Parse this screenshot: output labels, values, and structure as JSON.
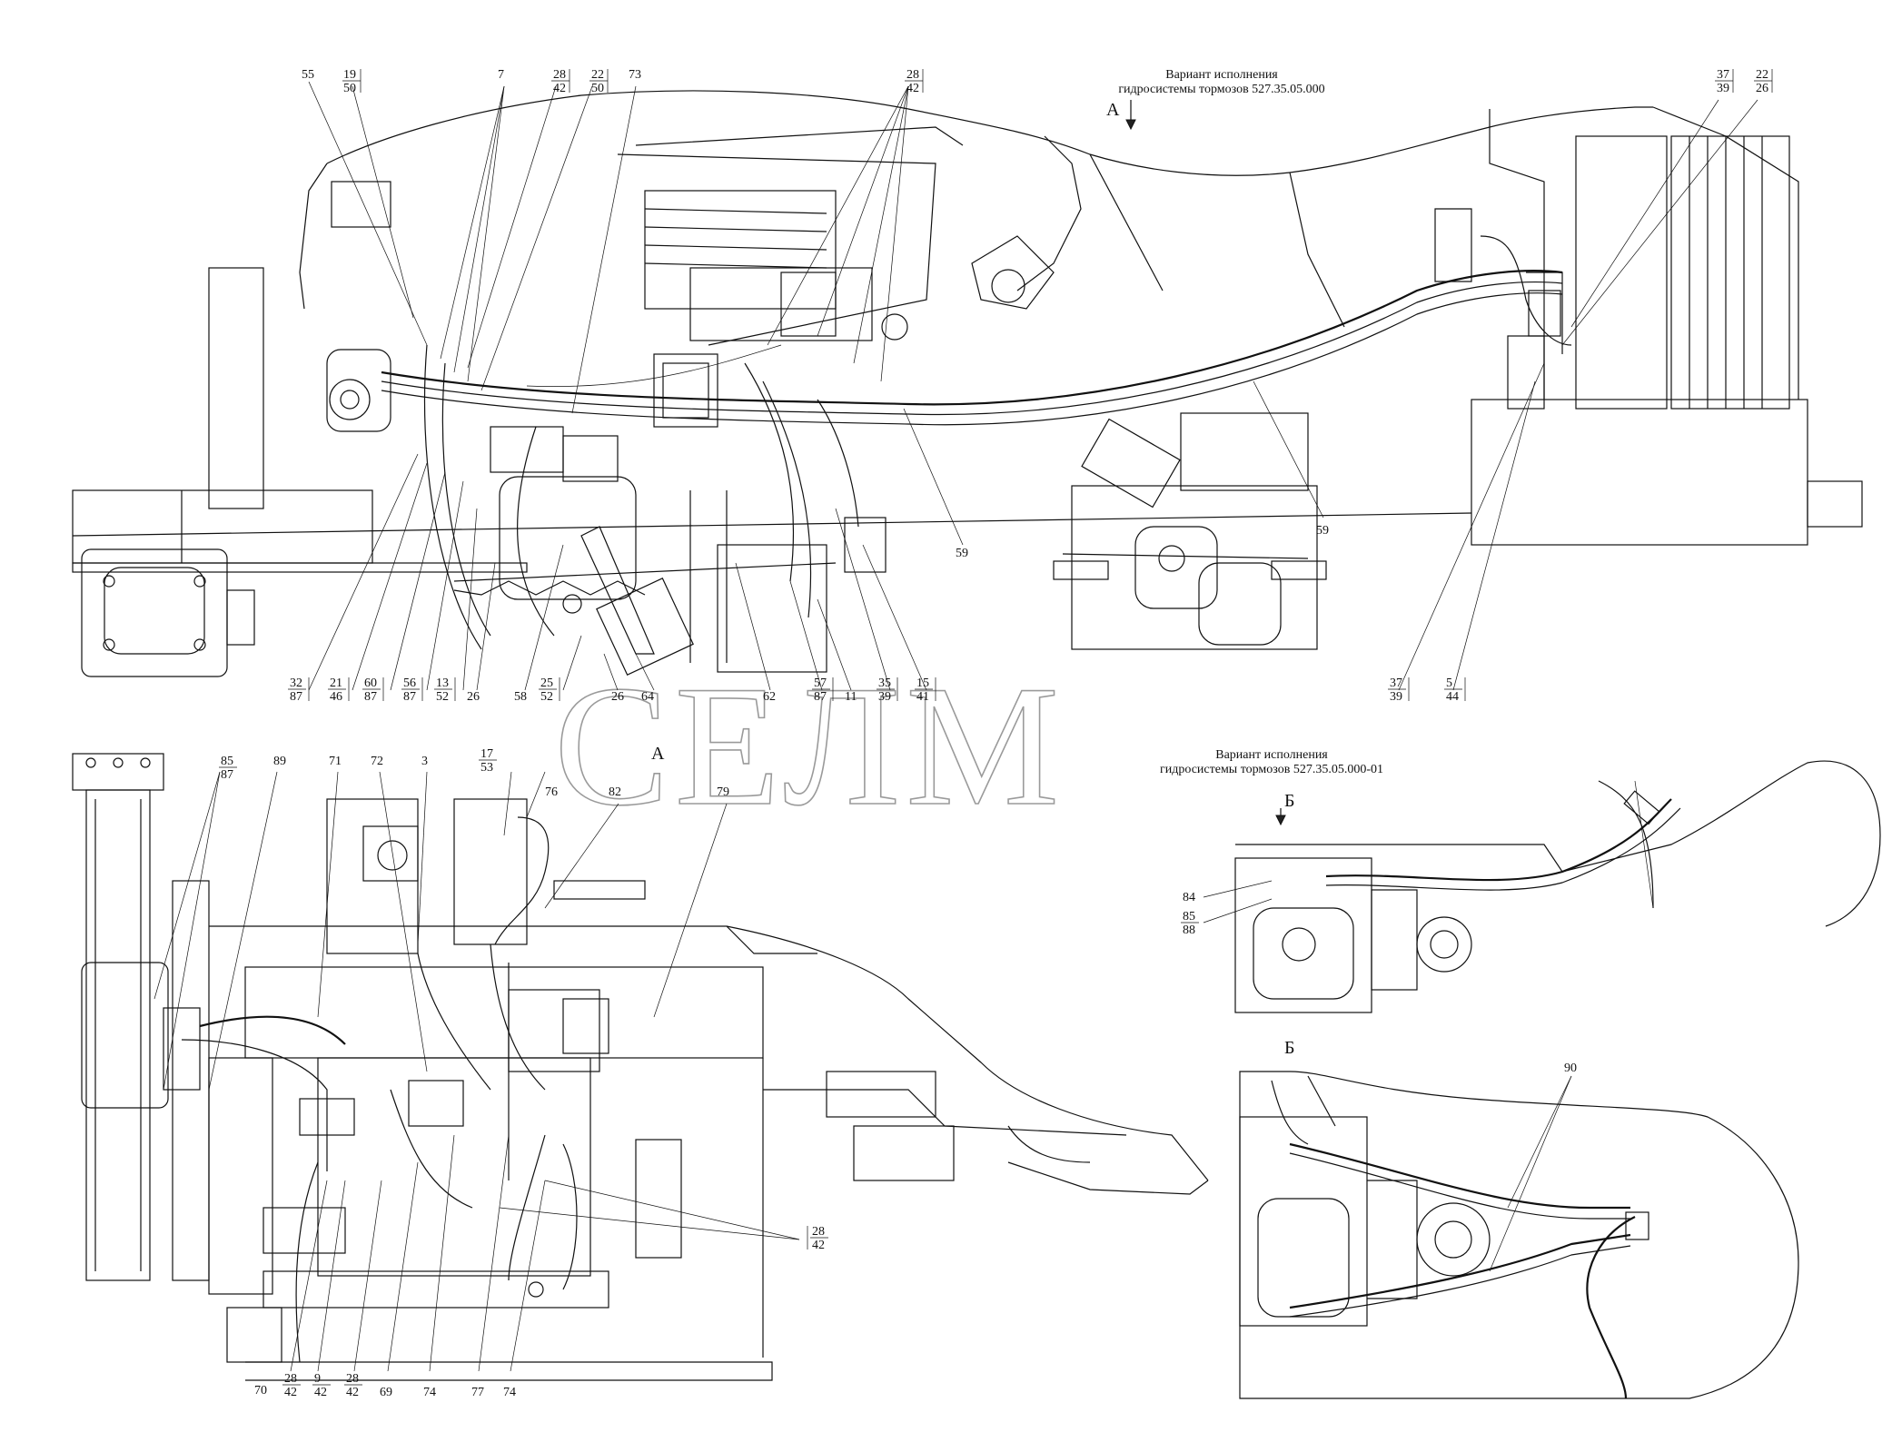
{
  "captions": {
    "variant1_line1": "Вариант исполнения",
    "variant1_line2": "гидросистемы тормозов 527.35.05.000",
    "variant2_line1": "Вариант исполнения",
    "variant2_line2": "гидросистемы тормозов 527.35.05.000-01"
  },
  "view_labels": {
    "a_top": "А",
    "a_view": "А",
    "b_top": "Б",
    "b_view": "Б"
  },
  "watermark": "СЕЛМ",
  "callouts": {
    "t55": "55",
    "t19": "19",
    "t50a": "50",
    "t7": "7",
    "t28a": "28",
    "t42a": "42",
    "t22a": "22",
    "t50b": "50",
    "t73": "73",
    "t28b": "28",
    "t42b": "42",
    "t37a": "37",
    "t39a": "39",
    "t22b": "22",
    "t26a": "26",
    "t59a": "59",
    "t59b": "59",
    "t32": "32",
    "t87a": "87",
    "t21": "21",
    "t46": "46",
    "t60": "60",
    "t87b": "87",
    "t56": "56",
    "t87c": "87",
    "t13": "13",
    "t52a": "52",
    "t26b": "26",
    "t58": "58",
    "t25": "25",
    "t52b": "52",
    "t26c": "26",
    "t64": "64",
    "t62": "62",
    "t57": "57",
    "t87d": "87",
    "t11": "11",
    "t35": "35",
    "t39b": "39",
    "t15": "15",
    "t41": "41",
    "t37b": "37",
    "t39c": "39",
    "t5": "5",
    "t44": "44",
    "t85a": "85",
    "t87e": "87",
    "t89": "89",
    "t71": "71",
    "t72": "72",
    "t3": "3",
    "t17": "17",
    "t53": "53",
    "t76": "76",
    "t82": "82",
    "t79": "79",
    "t84": "84",
    "t85b": "85",
    "t88": "88",
    "t90": "90",
    "t28c": "28",
    "t42c": "42",
    "t70": "70",
    "t28d": "28",
    "t42d": "42",
    "t9": "9",
    "t42e": "42",
    "t28e": "28",
    "t42f": "42",
    "t69": "69",
    "t74a": "74",
    "t77": "77",
    "t74b": "74"
  }
}
